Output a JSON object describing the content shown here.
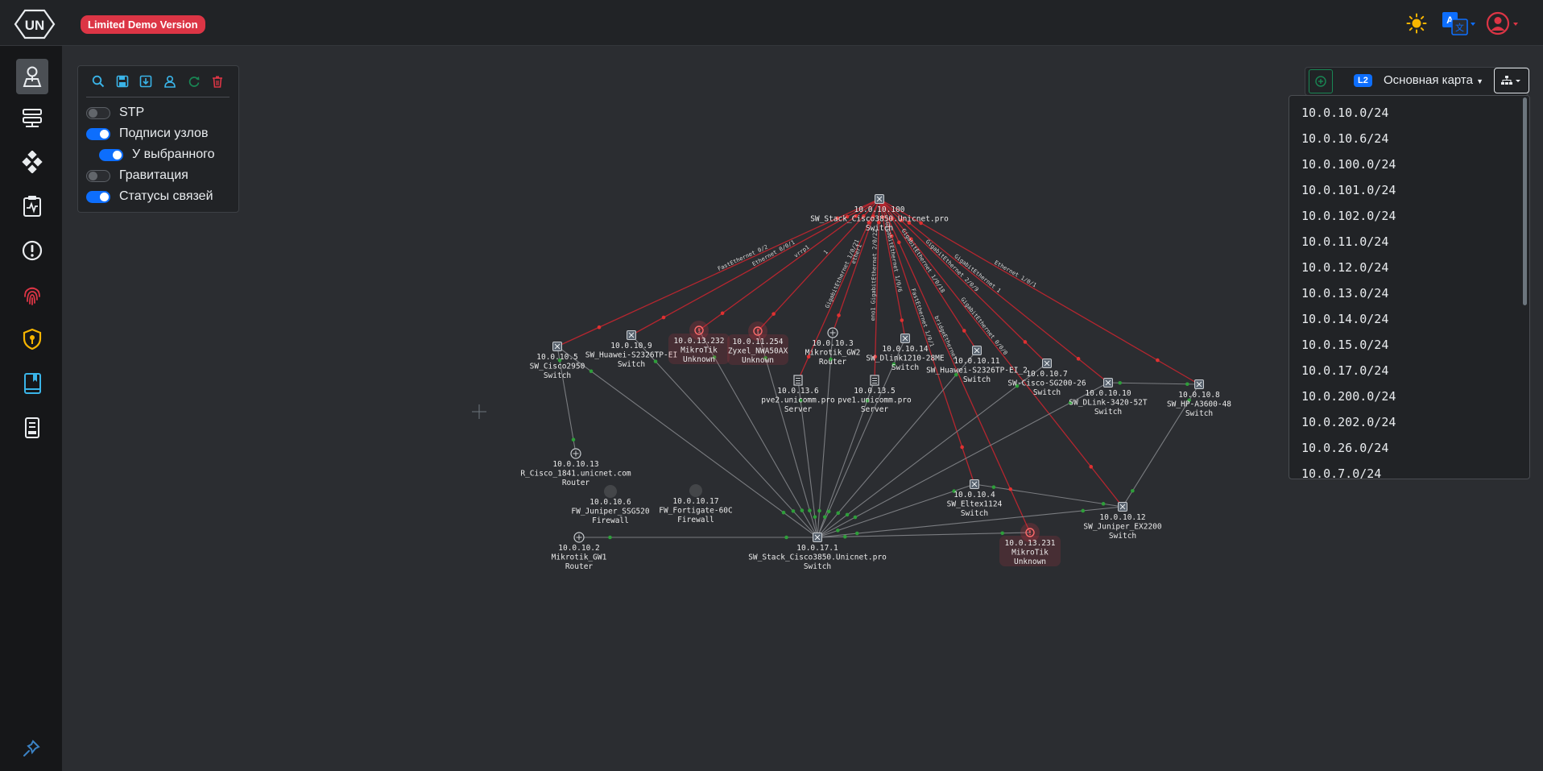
{
  "header": {
    "demo_badge": "Limited Demo Version",
    "icons": [
      "un-logo",
      "sun-icon",
      "translate-icon",
      "user-icon"
    ]
  },
  "sidebar": {
    "items": [
      "user-pin-icon",
      "network-icon",
      "diamond-grid-icon",
      "monitor-pulse-icon",
      "alert-circle-icon",
      "fingerprint-icon",
      "shield-key-icon",
      "book-icon",
      "server-icon"
    ],
    "footer_icon": "pin-icon"
  },
  "panel": {
    "tools": [
      "search-icon",
      "save-icon",
      "save-as-icon",
      "user-icon",
      "refresh-icon",
      "trash-icon"
    ],
    "toggles": [
      {
        "label": "STP",
        "on": false
      },
      {
        "label": "Подписи узлов",
        "on": true
      },
      {
        "label": "У выбранного",
        "on": true
      },
      {
        "label": "Гравитация",
        "on": false
      },
      {
        "label": "Статусы связей",
        "on": true
      }
    ]
  },
  "map_control": {
    "layer_badge": "L2",
    "map_name": "Основная карта"
  },
  "subnets": [
    "10.0.10.0/24",
    "10.0.10.6/24",
    "10.0.100.0/24",
    "10.0.101.0/24",
    "10.0.102.0/24",
    "10.0.11.0/24",
    "10.0.12.0/24",
    "10.0.13.0/24",
    "10.0.14.0/24",
    "10.0.15.0/24",
    "10.0.17.0/24",
    "10.0.200.0/24",
    "10.0.202.0/24",
    "10.0.26.0/24",
    "10.0.7.0/24"
  ],
  "colors": {
    "accent": "#0d6efd",
    "danger": "#dc3545",
    "link_down": "#b5262f",
    "link_up": "#7a7c80",
    "status_up": "#2e9e3a"
  },
  "nodes": [
    {
      "id": "core",
      "ip": "10.0.10.100",
      "name": "SW_Stack_Cisco3850.Unicnet.pro",
      "type": "Switch",
      "state": "normal"
    },
    {
      "id": "c2950",
      "ip": "10.0.10.5",
      "name": "SW_Cisco2950",
      "type": "Switch",
      "state": "normal"
    },
    {
      "id": "hw9",
      "ip": "10.0.10.9",
      "name": "SW_Huawei-S2326TP-EI",
      "type": "Switch",
      "state": "normal"
    },
    {
      "id": "mk232",
      "ip": "10.0.13.232",
      "name": "MikroTik",
      "type": "Unknown",
      "state": "alert"
    },
    {
      "id": "zx",
      "ip": "10.0.11.254",
      "name": "Zyxel_NWA50AX",
      "type": "Unknown",
      "state": "alert"
    },
    {
      "id": "gw2",
      "ip": "10.0.10.3",
      "name": "Mikrotik_GW2",
      "type": "Router",
      "state": "normal"
    },
    {
      "id": "dl14",
      "ip": "10.0.10.14",
      "name": "SW_Dlink1210-28ME",
      "type": "Switch",
      "state": "normal"
    },
    {
      "id": "hw11",
      "ip": "10.0.10.11",
      "name": "SW_Huawei-S2326TP-EI_2",
      "type": "Switch",
      "state": "normal"
    },
    {
      "id": "cs7",
      "ip": "10.0.10.7",
      "name": "SW-Cisco-SG200-26",
      "type": "Switch",
      "state": "normal"
    },
    {
      "id": "dl10",
      "ip": "10.0.10.10",
      "name": "SW_DLink-3420-52T",
      "type": "Switch",
      "state": "normal"
    },
    {
      "id": "hp8",
      "ip": "10.0.10.8",
      "name": "SW_HP-A3600-48",
      "type": "Switch",
      "state": "normal"
    },
    {
      "id": "pve2",
      "ip": "10.0.13.6",
      "name": "pve2.unicomm.pro",
      "type": "Server",
      "state": "normal"
    },
    {
      "id": "pve1",
      "ip": "10.0.13.5",
      "name": "pve1.unicomm.pro",
      "type": "Server",
      "state": "normal"
    },
    {
      "id": "r1841",
      "ip": "10.0.10.13",
      "name": "R_Cisco_1841.unicnet.com",
      "type": "Router",
      "state": "normal"
    },
    {
      "id": "jun",
      "ip": "10.0.10.6",
      "name": "FW_Juniper_SSG520",
      "type": "Firewall",
      "state": "normal"
    },
    {
      "id": "fort",
      "ip": "10.0.10.17",
      "name": "FW_Fortigate-60C",
      "type": "Firewall",
      "state": "normal"
    },
    {
      "id": "gw1",
      "ip": "10.0.10.2",
      "name": "Mikrotik_GW1",
      "type": "Router",
      "state": "normal"
    },
    {
      "id": "stack17",
      "ip": "10.0.17.1",
      "name": "SW_Stack_Cisco3850.Unicnet.pro",
      "type": "Switch",
      "state": "normal"
    },
    {
      "id": "elt",
      "ip": "10.0.10.4",
      "name": "SW_Eltex1124",
      "type": "Switch",
      "state": "normal"
    },
    {
      "id": "ex",
      "ip": "10.0.10.12",
      "name": "SW_Juniper_EX2200",
      "type": "Switch",
      "state": "normal"
    },
    {
      "id": "mk231",
      "ip": "10.0.13.231",
      "name": "MikroTik",
      "type": "Unknown",
      "state": "alert"
    }
  ],
  "links": [
    {
      "from": "core",
      "to": "c2950",
      "status": "down",
      "label": "FastEthernet 0/2"
    },
    {
      "from": "core",
      "to": "hw9",
      "status": "down",
      "label": "Ethernet 0/0/1"
    },
    {
      "from": "core",
      "to": "mk232",
      "status": "down",
      "label": "vrrp1"
    },
    {
      "from": "core",
      "to": "zx",
      "status": "down",
      "label": "1"
    },
    {
      "from": "core",
      "to": "gw2",
      "status": "down",
      "label": "ether1"
    },
    {
      "from": "core",
      "to": "pve2",
      "status": "down",
      "label": "GigabitEthernet 1/0/21"
    },
    {
      "from": "core",
      "to": "pve1",
      "status": "down",
      "label": "eno1 GigabitEthernet 2/0/22"
    },
    {
      "from": "core",
      "to": "dl14",
      "status": "down",
      "label": "GigabitEthernet 1/0/6"
    },
    {
      "from": "core",
      "to": "hw11",
      "status": "down",
      "label": "GigabitEthernet 1/0/18"
    },
    {
      "from": "core",
      "to": "cs7",
      "status": "down",
      "label": "GigabitEthernet 2/0/9"
    },
    {
      "from": "core",
      "to": "dl10",
      "status": "down",
      "label": "GigabitEthernet 1"
    },
    {
      "from": "core",
      "to": "hp8",
      "status": "down",
      "label": "Ethernet 1/0/1"
    },
    {
      "from": "core",
      "to": "ex",
      "status": "down",
      "label": "GigabitEthernet 0/0/0"
    },
    {
      "from": "core",
      "to": "mk231",
      "status": "down",
      "label": "bridgeEthernet"
    },
    {
      "from": "core",
      "to": "elt",
      "status": "down",
      "label": "FastEthernet 1/0/1"
    },
    {
      "from": "stack17",
      "to": "c2950",
      "status": "up",
      "label": ""
    },
    {
      "from": "stack17",
      "to": "hw9",
      "status": "up",
      "label": ""
    },
    {
      "from": "stack17",
      "to": "mk232",
      "status": "up",
      "label": ""
    },
    {
      "from": "stack17",
      "to": "zx",
      "status": "up",
      "label": ""
    },
    {
      "from": "stack17",
      "to": "gw2",
      "status": "up",
      "label": ""
    },
    {
      "from": "stack17",
      "to": "pve2",
      "status": "up",
      "label": ""
    },
    {
      "from": "stack17",
      "to": "pve1",
      "status": "up",
      "label": ""
    },
    {
      "from": "stack17",
      "to": "dl14",
      "status": "up",
      "label": ""
    },
    {
      "from": "stack17",
      "to": "hw11",
      "status": "up",
      "label": ""
    },
    {
      "from": "stack17",
      "to": "cs7",
      "status": "up",
      "label": ""
    },
    {
      "from": "stack17",
      "to": "dl10",
      "status": "up",
      "label": ""
    },
    {
      "from": "stack17",
      "to": "elt",
      "status": "up",
      "label": ""
    },
    {
      "from": "stack17",
      "to": "ex",
      "status": "up",
      "label": ""
    },
    {
      "from": "stack17",
      "to": "mk231",
      "status": "up",
      "label": ""
    },
    {
      "from": "stack17",
      "to": "gw1",
      "status": "up",
      "label": ""
    },
    {
      "from": "c2950",
      "to": "r1841",
      "status": "up",
      "label": ""
    },
    {
      "from": "dl10",
      "to": "hp8",
      "status": "up",
      "label": ""
    },
    {
      "from": "hp8",
      "to": "ex",
      "status": "up",
      "label": ""
    },
    {
      "from": "elt",
      "to": "ex",
      "status": "up",
      "label": ""
    }
  ]
}
